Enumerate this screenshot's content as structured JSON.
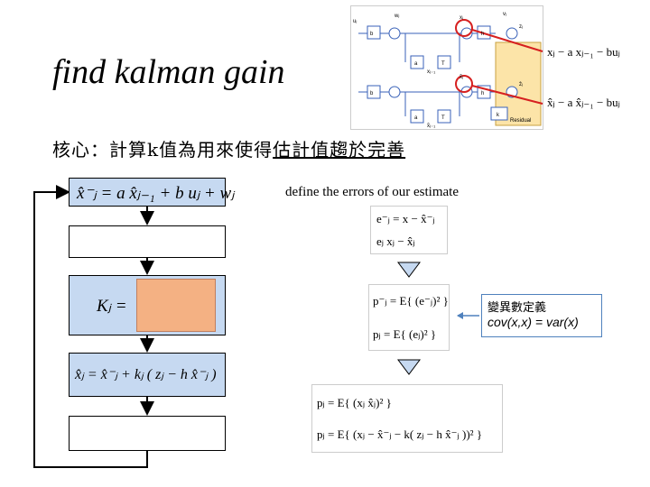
{
  "title": "find kalman gain",
  "subtitle_prefix": "核心：計算k值為用來使得",
  "subtitle_underlined": "估計值趨於完善",
  "flow": {
    "predict_state": "x̂⁻ⱼ = a x̂ⱼ₋₁ + b uⱼ + wⱼ",
    "gain_label": "Kⱼ =",
    "update_state": "x̂ⱼ = x̂⁻ⱼ + kⱼ ( zⱼ − h x̂⁻ⱼ )"
  },
  "errors": {
    "heading": "define the errors of our estimate",
    "e_prior": "e⁻ⱼ = x − x̂⁻ⱼ",
    "e_post": "eⱼ  xⱼ − x̂ⱼ"
  },
  "covariance": {
    "p_prior": "p⁻ⱼ = E{ (e⁻ⱼ)² }",
    "p_post": "pⱼ = E{ (eⱼ)² }"
  },
  "expansion": {
    "line1": "pⱼ = E{ (xⱼ   x̂ⱼ)² }",
    "line2": "pⱼ = E{ (xⱼ − x̂⁻ⱼ − k( zⱼ − h x̂⁻ⱼ ))² }"
  },
  "note": {
    "line1": "變異數定義",
    "line2": "cov(x,x) = var(x)"
  },
  "block_diagram": {
    "eq_top": "xⱼ − a xⱼ₋₁ − buⱼ",
    "eq_bottom": "x̂ⱼ − a x̂ⱼ₋₁ − buⱼ",
    "residual_label": "Residual",
    "block_labels": [
      "b",
      "a",
      "T",
      "b",
      "a",
      "T",
      "h",
      "k",
      "h"
    ],
    "signal_labels": [
      "uⱼ",
      "wⱼ",
      "vⱼ",
      "xⱼ",
      "zⱼ",
      "x̂ⱼ",
      "ẑⱼ",
      "xⱼ₋₁",
      "x̂ⱼ₋₁"
    ]
  },
  "colors": {
    "flow_box": "#c6d9f1",
    "gain_fill": "#f4b183",
    "residual_fill": "#fce4a8",
    "arrow_red": "#d62020"
  }
}
